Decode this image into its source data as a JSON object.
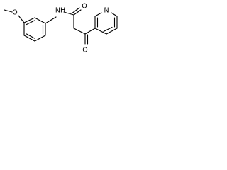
{
  "structure": {
    "atoms": {
      "ch3": "",
      "o_methoxy": "O",
      "nh": "NH",
      "o_amide": "O",
      "o_ketone": "O",
      "n_pyridine": "N"
    }
  }
}
